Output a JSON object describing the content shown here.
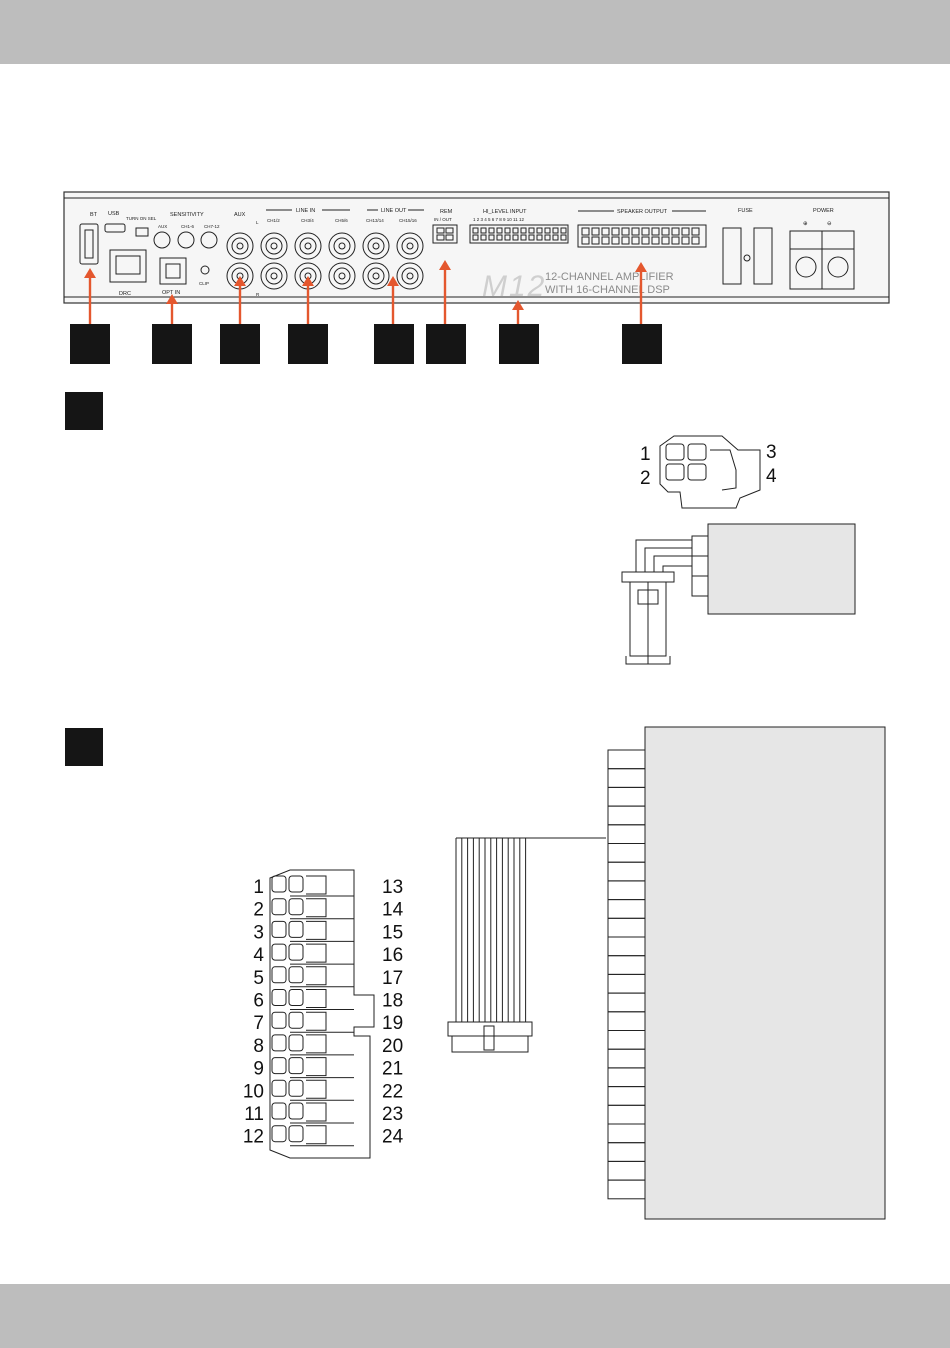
{
  "panel": {
    "labels": {
      "bt": "BT",
      "usb": "USB",
      "turn_on_sel": "TURN ON SEL",
      "sensitivity": "SENSITIVITY",
      "aux_knob": "AUX",
      "ch1_6": "CH1-6",
      "ch7_12": "CH7-12",
      "aux_in": "AUX",
      "line_in": "LINE IN",
      "ch12": "CH1/2",
      "ch34": "CH3/4",
      "ch56": "CH5/6",
      "line_out": "LINE OUT",
      "ch1314": "CH13/14",
      "ch1516": "CH15/16",
      "rem": "REM",
      "in_out": "IN / OUT",
      "hi_level_input": "HI_LEVEL INPUT",
      "hi_level_numbers": "1  2  3  4  5  6  7  8  9  10 11 12",
      "speaker_output": "SPEAKER OUTPUT",
      "fuse": "FUSE",
      "power": "POWER",
      "drc": "DRC",
      "opt_in": "OPT  IN",
      "clip": "CLIP",
      "l": "L",
      "r": "R",
      "brand": "M12",
      "tag_line1": "12-CHANNEL AMPLIFIER",
      "tag_line2": "WITH 16-CHANNEL DSP",
      "plus": "⊕",
      "minus": "⊖"
    }
  },
  "rem_connector": {
    "pins": [
      "1",
      "3",
      "2",
      "4"
    ]
  },
  "hi_level_connector": {
    "left_pins": [
      "1",
      "2",
      "3",
      "4",
      "5",
      "6",
      "7",
      "8",
      "9",
      "10",
      "11",
      "12"
    ],
    "right_pins": [
      "13",
      "14",
      "15",
      "16",
      "17",
      "18",
      "19",
      "20",
      "21",
      "22",
      "23",
      "24"
    ]
  },
  "colors": {
    "band": "#bdbdbd",
    "accent_arrow": "#e4572e",
    "marker": "#151515",
    "box_fill": "#e6e6e6"
  }
}
